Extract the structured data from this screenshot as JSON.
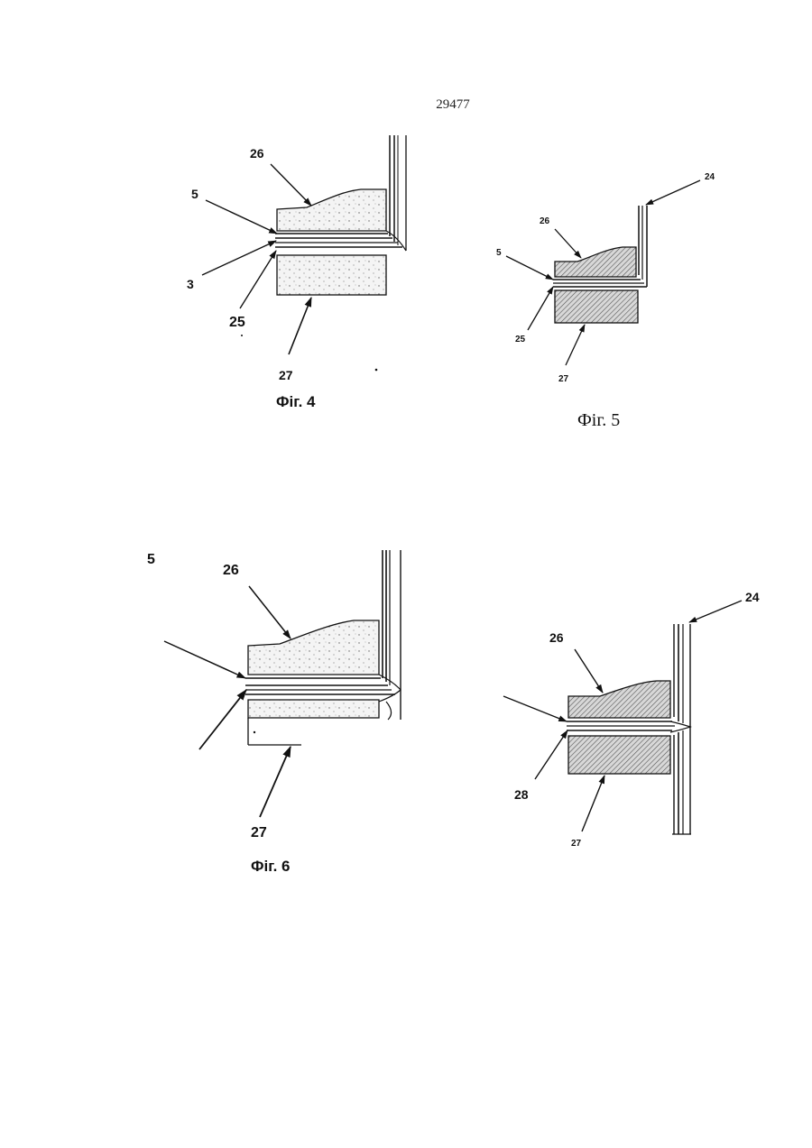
{
  "page": {
    "number": "29477"
  },
  "fig4": {
    "caption": "Фiг. 4",
    "labels": {
      "l26": "26",
      "l5": "5",
      "l3": "3",
      "l25": "25",
      "l27": "27"
    }
  },
  "fig5": {
    "caption": "Фiг. 5",
    "labels": {
      "l24": "24",
      "l26": "26",
      "l5": "5",
      "l25": "25",
      "l27": "27"
    }
  },
  "fig6": {
    "caption": "Фiг. 6",
    "labels": {
      "l5": "5",
      "l26": "26",
      "l27": "27"
    }
  },
  "fig7": {
    "labels": {
      "l24": "24",
      "l26": "26",
      "l28": "28",
      "l27": "27"
    }
  }
}
